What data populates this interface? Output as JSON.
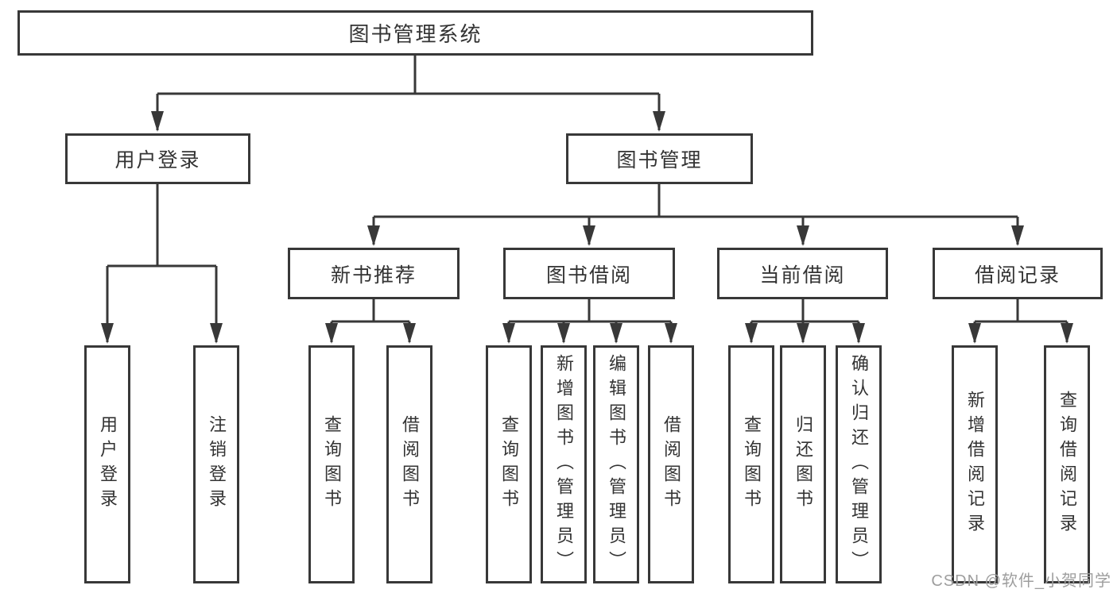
{
  "tree": {
    "label": "图书管理系统",
    "children": [
      {
        "label": "用户登录",
        "children": [
          {
            "label": "用户登录"
          },
          {
            "label": "注销登录"
          }
        ]
      },
      {
        "label": "图书管理",
        "children": [
          {
            "label": "新书推荐",
            "children": [
              {
                "label": "查询图书"
              },
              {
                "label": "借阅图书"
              }
            ]
          },
          {
            "label": "图书借阅",
            "children": [
              {
                "label": "查询图书"
              },
              {
                "label": "新增图书（管理员）"
              },
              {
                "label": "编辑图书（管理员）"
              },
              {
                "label": "借阅图书"
              }
            ]
          },
          {
            "label": "当前借阅",
            "children": [
              {
                "label": "查询图书"
              },
              {
                "label": "归还图书"
              },
              {
                "label": "确认归还（管理员）"
              }
            ]
          },
          {
            "label": "借阅记录",
            "children": [
              {
                "label": "新增借阅记录"
              },
              {
                "label": "查询借阅记录"
              }
            ]
          }
        ]
      }
    ]
  },
  "watermark": "CSDN @软件_小贺同学",
  "colors": {
    "line": "#383838",
    "text": "#333333",
    "watermark": "#9e9e9e",
    "background": "#ffffff"
  }
}
